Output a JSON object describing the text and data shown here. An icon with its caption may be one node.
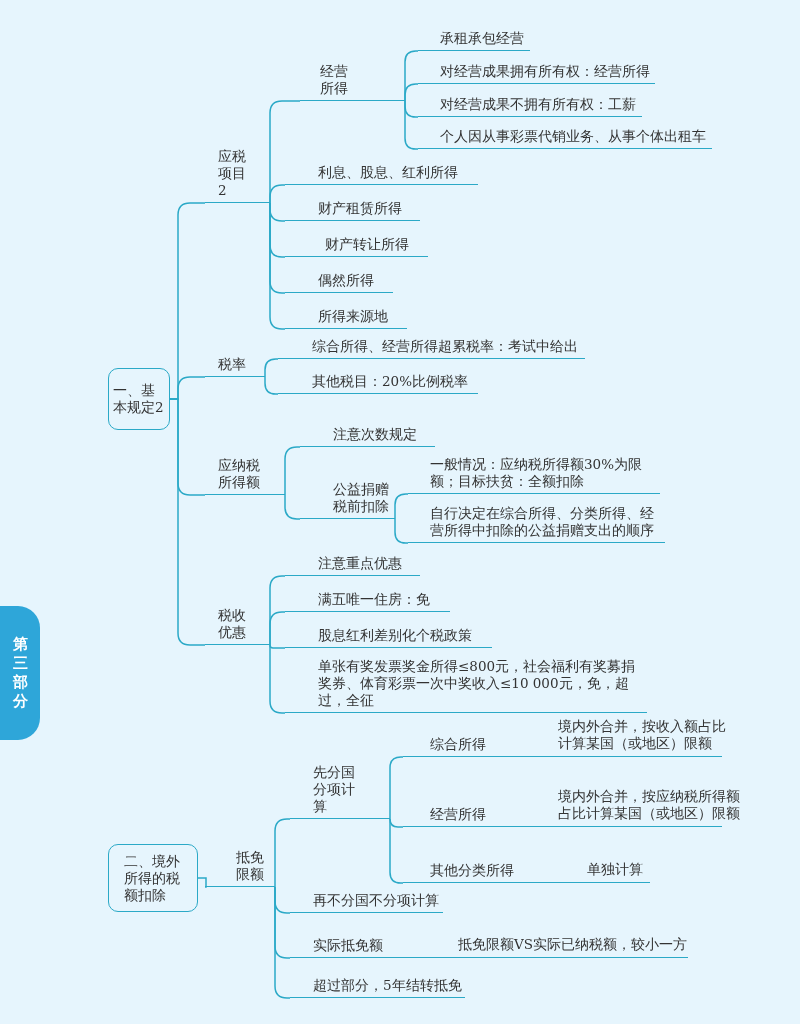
{
  "diagram": {
    "nodes": [
      {
        "text": [
          "一、基本规定2"
        ]
      },
      {
        "text": [
          "应税项目2"
        ]
      },
      {
        "text": [
          "经营所得"
        ]
      },
      {
        "text": [
          "承租承包经营"
        ]
      },
      {
        "text": [
          "对经营成果拥有所有权：经营所得"
        ]
      },
      {
        "text": [
          "对经营成果不拥有所有权：工薪"
        ]
      },
      {
        "text": [
          "个人因从事彩票代销业务、从事个体出租车"
        ]
      },
      {
        "text": [
          "利息、股息、红利所得"
        ]
      },
      {
        "text": [
          "财产租赁所得"
        ]
      },
      {
        "text": [
          "财产转让所得"
        ]
      },
      {
        "text": [
          "偶然所得"
        ]
      },
      {
        "text": [
          "所得来源地"
        ]
      },
      {
        "text": [
          "税率"
        ]
      },
      {
        "text": [
          "综合所得、经营所得超累税率：考试中给出"
        ]
      },
      {
        "text": [
          "其他税目：20%比例税率"
        ]
      },
      {
        "text": [
          "应纳税所得额"
        ]
      },
      {
        "text": [
          "注意次数规定"
        ]
      },
      {
        "text": [
          "公益捐赠税前扣除"
        ]
      },
      {
        "text": [
          "一般情况：应纳税所得额30%为限额；目标扶贫：全额扣除"
        ]
      },
      {
        "text": [
          "自行决定在综合所得、分类所得、经营所得中扣除的公益捐赠支出的顺序"
        ]
      },
      {
        "text": [
          "税收优惠"
        ]
      },
      {
        "text": [
          "注意重点优惠"
        ]
      },
      {
        "text": [
          "满五唯一住房：免"
        ]
      },
      {
        "text": [
          "股息红利差别化个税政策"
        ]
      },
      {
        "text": [
          "单张有奖发票奖金所得≤800元，社会福利有奖募捐奖券、体育彩票一次中奖收入≤10 000元，免，超过，全征"
        ]
      },
      {
        "text": [
          "二、境外所得的税额扣除"
        ]
      },
      {
        "text": [
          "抵免限额"
        ]
      },
      {
        "text": [
          "先分国分项计算"
        ]
      },
      {
        "text": [
          "综合所得",
          "境内外合并，按收入额占比计算某国（或地区）限额"
        ]
      },
      {
        "text": [
          "经营所得",
          "境内外合并，按应纳税所得额占比计算某国（或地区）限额"
        ]
      },
      {
        "text": [
          "其他分类所得",
          "单独计算"
        ]
      },
      {
        "text": [
          "再不分国不分项计算"
        ]
      },
      {
        "text": [
          "实际抵免额",
          "抵免限额VS实际已纳税额，较小一方"
        ]
      },
      {
        "text": [
          "超过部分，5年结转抵免"
        ]
      },
      {
        "text": [
          "第三部分"
        ]
      }
    ],
    "edges": [
      {
        "from": 0,
        "to": 1,
        "arrow": "none"
      },
      {
        "from": 1,
        "to": 2,
        "arrow": "none"
      },
      {
        "from": 2,
        "to": 3,
        "arrow": "none"
      },
      {
        "from": 2,
        "to": 4,
        "arrow": "none"
      },
      {
        "from": 2,
        "to": 5,
        "arrow": "none"
      },
      {
        "from": 2,
        "to": 6,
        "arrow": "none"
      },
      {
        "from": 1,
        "to": 7,
        "arrow": "none"
      },
      {
        "from": 1,
        "to": 8,
        "arrow": "none"
      },
      {
        "from": 1,
        "to": 9,
        "arrow": "none"
      },
      {
        "from": 1,
        "to": 10,
        "arrow": "none"
      },
      {
        "from": 1,
        "to": 11,
        "arrow": "none"
      },
      {
        "from": 0,
        "to": 12,
        "arrow": "none"
      },
      {
        "from": 12,
        "to": 13,
        "arrow": "none"
      },
      {
        "from": 12,
        "to": 14,
        "arrow": "none"
      },
      {
        "from": 0,
        "to": 15,
        "arrow": "none"
      },
      {
        "from": 15,
        "to": 16,
        "arrow": "none"
      },
      {
        "from": 15,
        "to": 17,
        "arrow": "none"
      },
      {
        "from": 17,
        "to": 18,
        "arrow": "none"
      },
      {
        "from": 17,
        "to": 19,
        "arrow": "none"
      },
      {
        "from": 0,
        "to": 20,
        "arrow": "none"
      },
      {
        "from": 20,
        "to": 21,
        "arrow": "none"
      },
      {
        "from": 20,
        "to": 22,
        "arrow": "none"
      },
      {
        "from": 20,
        "to": 23,
        "arrow": "none"
      },
      {
        "from": 20,
        "to": 24,
        "arrow": "none"
      },
      {
        "from": 25,
        "to": 26,
        "arrow": "none"
      },
      {
        "from": 26,
        "to": 27,
        "arrow": "none"
      },
      {
        "from": 27,
        "to": 28,
        "arrow": "none"
      },
      {
        "from": 27,
        "to": 29,
        "arrow": "none"
      },
      {
        "from": 27,
        "to": 30,
        "arrow": "none"
      },
      {
        "from": 26,
        "to": 31,
        "arrow": "none"
      },
      {
        "from": 26,
        "to": 32,
        "arrow": "none"
      },
      {
        "from": 26,
        "to": 33,
        "arrow": "none"
      }
    ]
  }
}
